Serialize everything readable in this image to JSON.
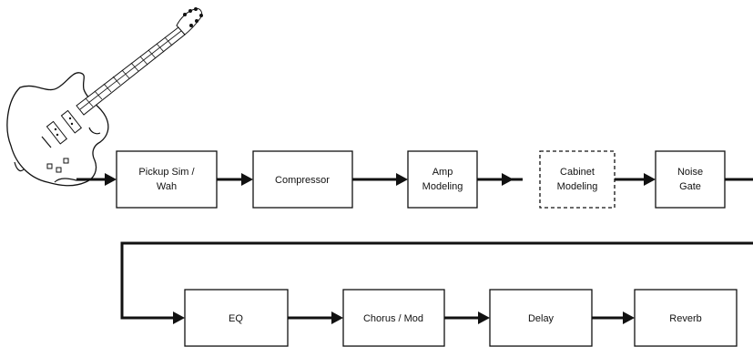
{
  "icons": {
    "guitar": "electric-guitar-icon"
  },
  "blocks": {
    "pickup_sim": [
      "Pickup Sim /",
      "Wah"
    ],
    "compressor": [
      "Compressor"
    ],
    "amp_modeling": [
      "Amp",
      "Modeling"
    ],
    "cabinet_modeling": [
      "Cabinet",
      "Modeling"
    ],
    "noise_gate": [
      "Noise",
      "Gate"
    ],
    "eq": [
      "EQ"
    ],
    "chorus_mod": [
      "Chorus / Mod"
    ],
    "delay": [
      "Delay"
    ],
    "reverb": [
      "Reverb"
    ]
  },
  "styles": {
    "line": "#111111",
    "box_fill": "#ffffff"
  }
}
